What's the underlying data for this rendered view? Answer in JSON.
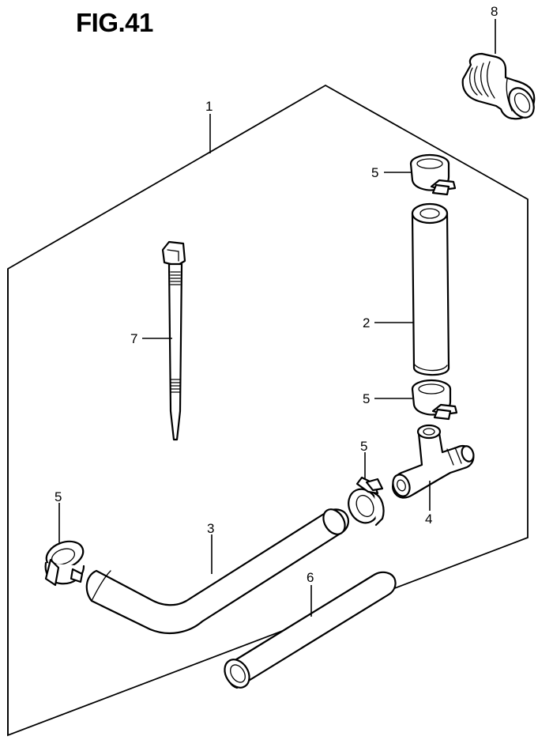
{
  "figure": {
    "title": "FIG.41"
  },
  "callouts": {
    "p1": "1",
    "p2": "2",
    "p3": "3",
    "p4": "4",
    "p5a": "5",
    "p5b": "5",
    "p5c": "5",
    "p5d": "5",
    "p6": "6",
    "p7": "7",
    "p8": "8"
  }
}
